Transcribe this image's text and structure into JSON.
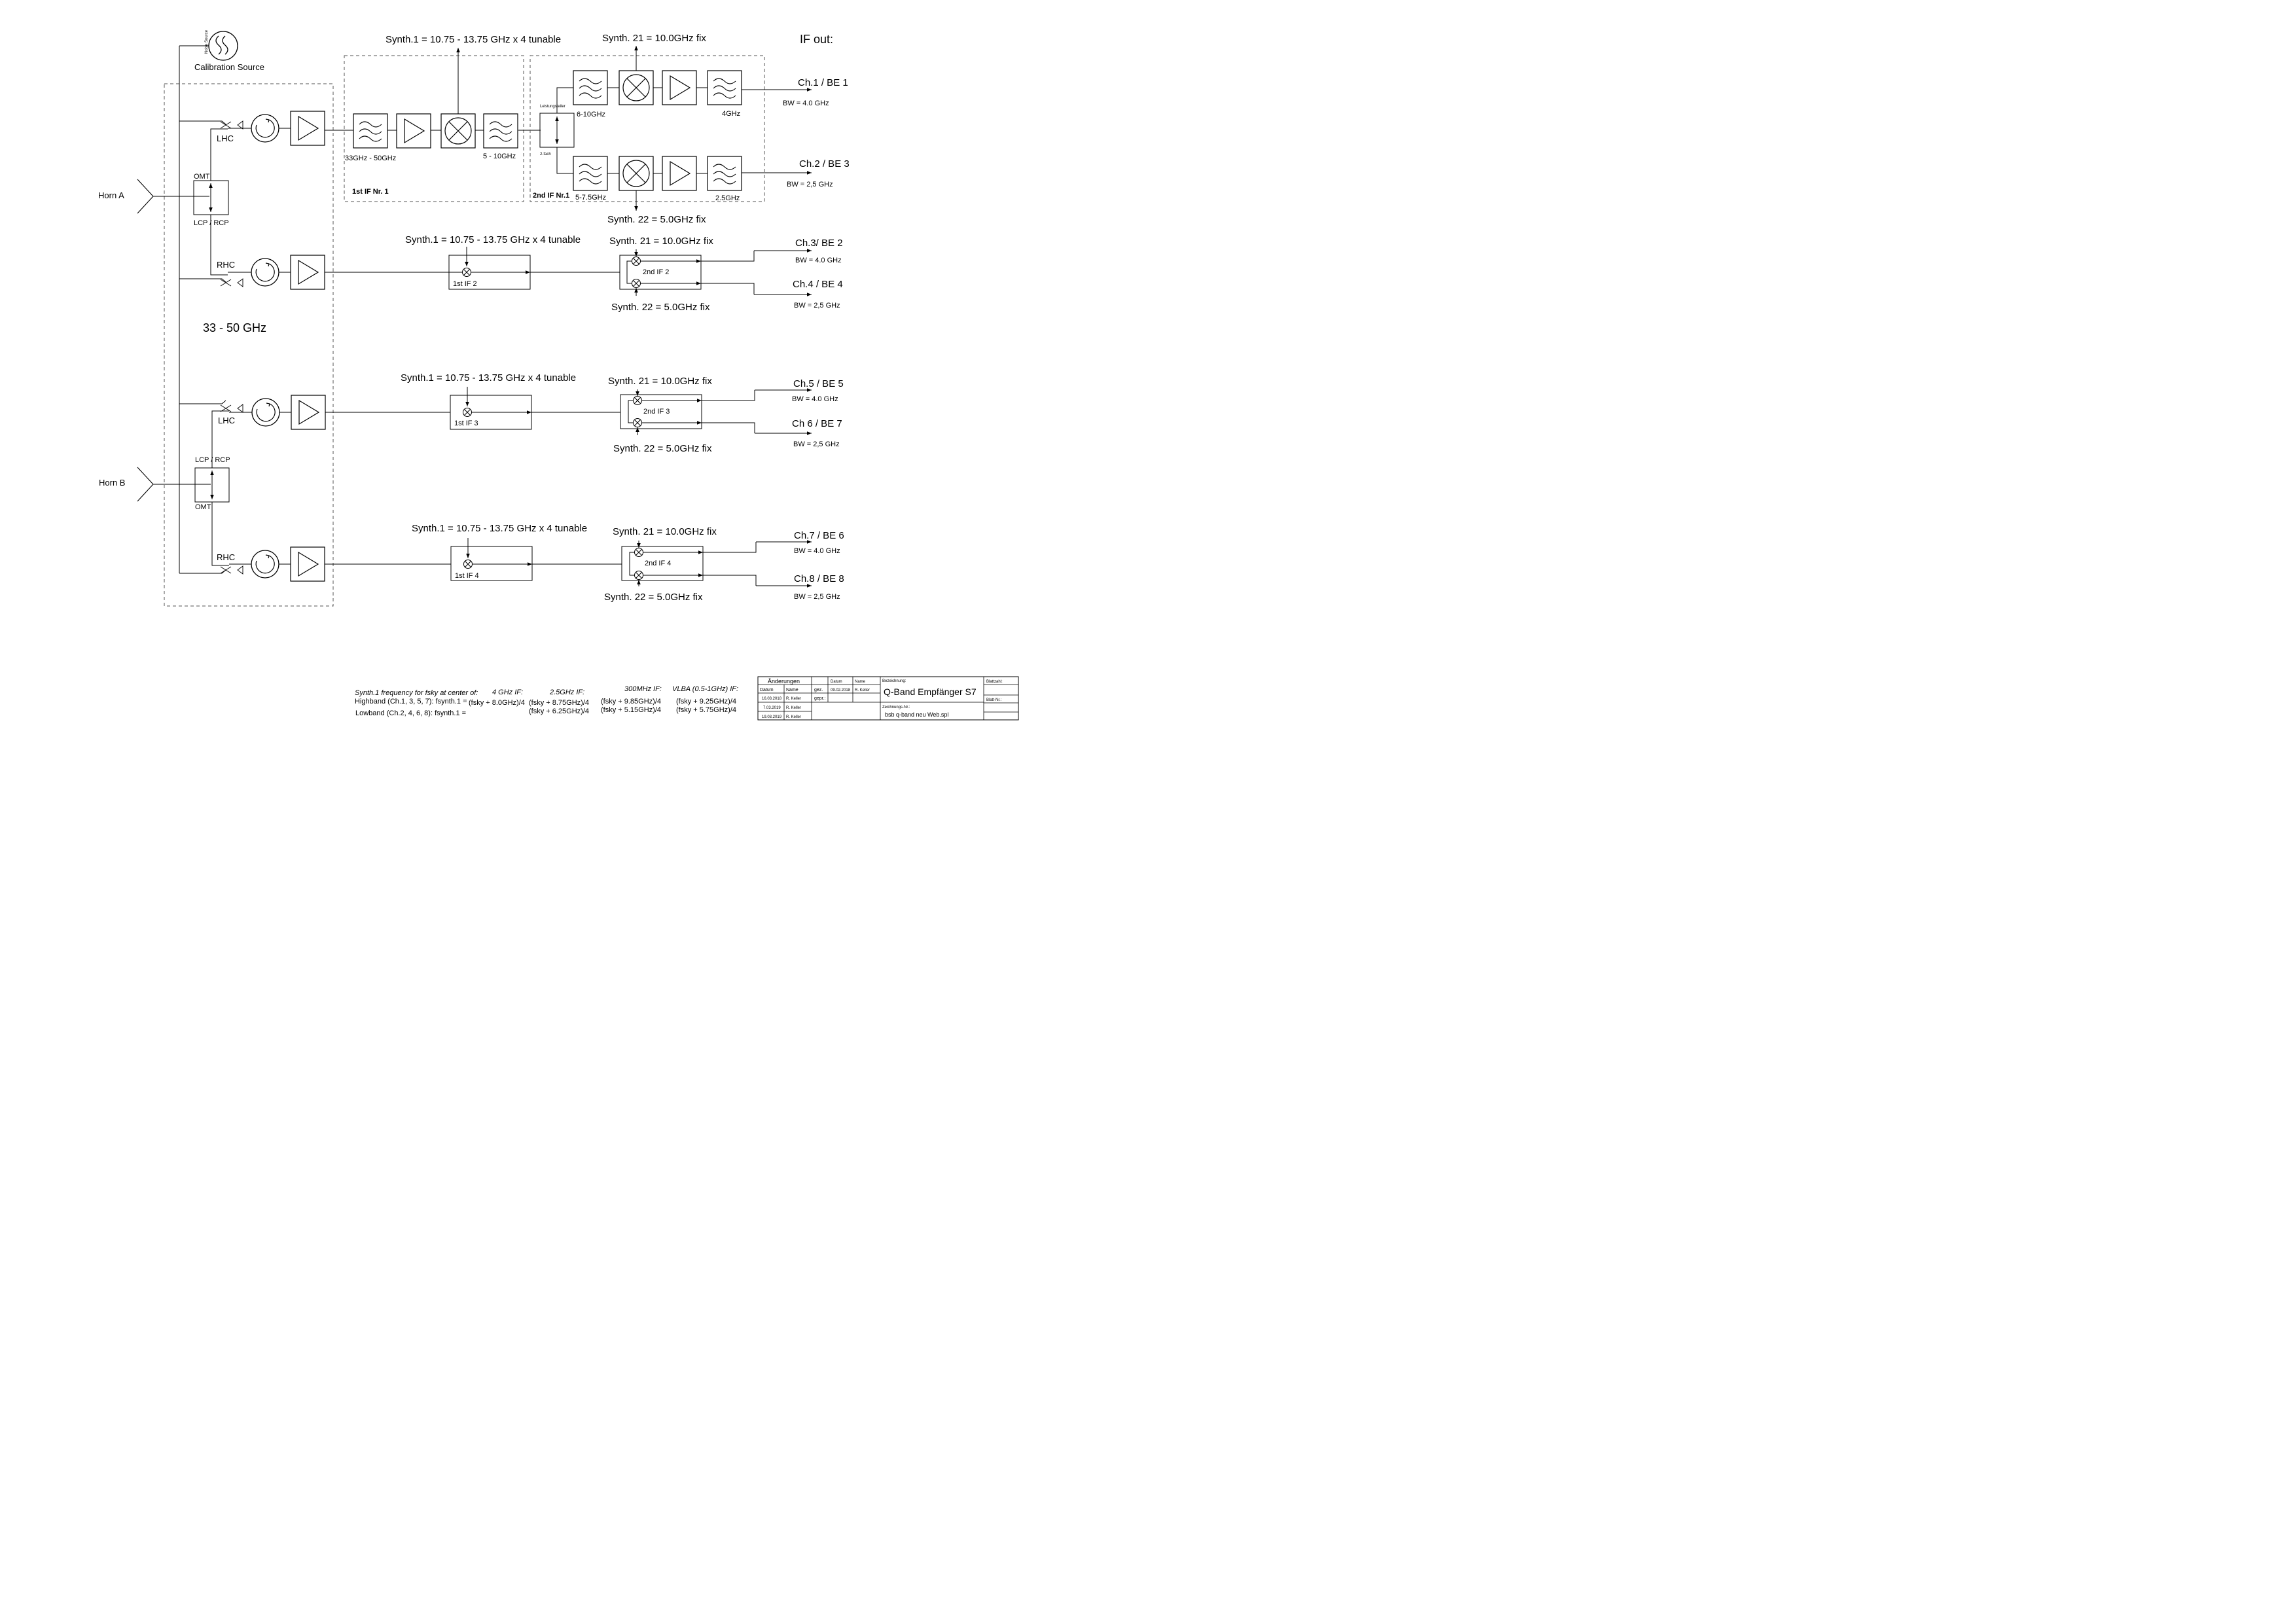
{
  "labels": {
    "calibration_source": "Calibration Source",
    "noise_source": "Noise Source",
    "horn_a": "Horn A",
    "horn_b": "Horn B",
    "omt": "OMT",
    "lcp_rcp": "LCP / RCP",
    "lhc": "LHC",
    "rhc": "RHC",
    "band": "33 - 50 GHz",
    "if_out": "IF out:",
    "synth1": "Synth.1 = 10.75 - 13.75 GHz x 4 tunable",
    "synth21": "Synth. 21 = 10.0GHz fix",
    "synth22": "Synth. 22 = 5.0GHz fix",
    "filter_rf": "33GHz - 50GHz",
    "filter_if1": "5 - 10GHz",
    "first_if_nr1": "1st IF Nr. 1",
    "second_if_nr1": "2nd IF Nr.1",
    "leistungsteiler": "Leistungsteiler",
    "zweifach": "2-fach",
    "filter_6_10": "6-10GHz",
    "filter_5_75": "5-7.5GHz",
    "filter_4": "4GHz",
    "filter_25": "2.5GHz",
    "first_if_2": "1st IF 2",
    "first_if_3": "1st IF 3",
    "first_if_4": "1st IF 4",
    "second_if_2": "2nd IF 2",
    "second_if_3": "2nd IF 3",
    "second_if_4": "2nd IF 4"
  },
  "channels": [
    {
      "name": "Ch.1 / BE 1",
      "bw": "BW = 4.0 GHz"
    },
    {
      "name": "Ch.2 / BE 3",
      "bw": "BW = 2,5 GHz"
    },
    {
      "name": "Ch.3/ BE 2",
      "bw": "BW = 4.0 GHz"
    },
    {
      "name": "Ch.4 / BE 4",
      "bw": "BW = 2,5 GHz"
    },
    {
      "name": "Ch.5 / BE 5",
      "bw": "BW = 4.0 GHz"
    },
    {
      "name": "Ch 6 / BE 7",
      "bw": "BW = 2,5 GHz"
    },
    {
      "name": "Ch.7 / BE 6",
      "bw": "BW = 4.0 GHz"
    },
    {
      "name": "Ch.8 / BE 8",
      "bw": "BW = 2,5 GHz"
    }
  ],
  "formula": {
    "header": "Synth.1 frequency for fsky at center of:",
    "col_4ghz": "4 GHz IF:",
    "col_25ghz": "2.5GHz IF:",
    "col_300mhz": "300MHz IF:",
    "col_vlba": "VLBA (0.5-1GHz) IF:",
    "highband_label": "Highband (Ch.1, 3, 5, 7): fsynth.1 =",
    "lowband_label": "Lowband (Ch.2, 4, 6, 8): fsynth.1 =",
    "high_4": "(fsky + 8.0GHz)/4",
    "high_25": "(fsky + 8.75GHz)/4",
    "low_25": "(fsky + 6.25GHz)/4",
    "high_300": "(fsky + 9.85GHz)/4",
    "low_300": "(fsky + 5.15GHz)/4",
    "high_vlba": "(fsky + 9.25GHz)/4",
    "low_vlba": "(fsky + 5.75GHz)/4"
  },
  "title_block": {
    "aenderungen": "Änderungen",
    "datum_hdr": "Datum",
    "name_hdr": "Name",
    "datum_col": "Datum",
    "name_col": "Name",
    "gez": "gez.",
    "gepr": "gepr.:",
    "gez_date": "09.02.2018",
    "gez_name": "R. Keller",
    "rows": [
      {
        "date": "16.03.2018",
        "name": "R. Keller"
      },
      {
        "date": "7.03.2019",
        "name": "R. Keller"
      },
      {
        "date": "19.03.2019",
        "name": "R. Keller"
      }
    ],
    "bezeichnung_label": "Bezeichnung:",
    "bezeichnung": "Q-Band Empfänger S7",
    "zeichnungs_nr_label": "Zeichnungs-Nr.:",
    "zeichnungs_nr": "bsb q-band neu Web.spl",
    "blattzahl": "Blattzahl:",
    "blatt_nr": "Blatt-Nr.:"
  }
}
